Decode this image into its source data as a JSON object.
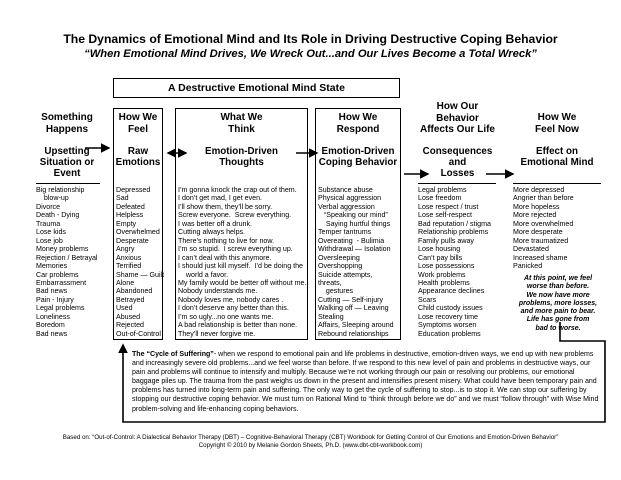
{
  "header": {
    "title": "The Dynamics of Emotional Mind and Its Role in Driving Destructive Coping Behavior",
    "subtitle": "“When Emotional Mind Drives, We Wreck Out...and Our Lives Become a Total Wreck”",
    "state_label": "A Destructive Emotional Mind State"
  },
  "columns": [
    {
      "heading": "Something\nHappens",
      "subheading": "Upsetting\nSituation or\nEvent",
      "items": [
        "Big relationship\n    blow-up",
        "Divorce",
        "Death - Dying",
        "Trauma",
        "Lose kids",
        "Lose job",
        "Money problems",
        "Rejection / Betrayal",
        "Memories",
        "Car problems",
        "Embarrassment",
        "Bad news",
        "Pain - Injury",
        "Legal problems",
        "Loneliness",
        "Boredom",
        "Bad news"
      ]
    },
    {
      "heading": "How We\nFeel",
      "subheading": "Raw\nEmotions",
      "items": [
        "Depressed",
        "Sad",
        "Defeated",
        "Helpless",
        "Empty",
        "Overwhelmed",
        "Desperate",
        "Angry",
        "Anxious",
        "Terrified",
        "Shame — Guilt",
        "Alone",
        "Abandoned",
        "Betrayed",
        "Used",
        "Abused",
        "Rejected",
        "Out-of-Control"
      ]
    },
    {
      "heading": "What We\nThink",
      "subheading": "Emotion-Driven\nThoughts",
      "items": [
        "I’m gonna knock the crap out of them.",
        "I don’t get mad, I get even.",
        "I’ll show them, they’ll be sorry.",
        "Screw everyone.  Screw everything.",
        "I was better off a drunk.",
        "Cutting always helps.",
        "There’s nothing to live for now.",
        "I’m so stupid.  I screw everything up.",
        "I can’t deal with this anymore.",
        "I should just kill myself.  I’d be doing the",
        "    world a favor.",
        "My family would be better off without me.",
        "Nobody understands me.",
        "Nobody loves me, nobody cares .",
        "I don’t deserve any better than this.",
        "I’m so ugly...no one wants me.",
        "A bad relationship is better than none.",
        "They’ll never forgive me."
      ]
    },
    {
      "heading": "How We\nRespond",
      "subheading": "Emotion-Driven\nCoping Behavior",
      "items": [
        "Substance abuse",
        "Physical aggression",
        "Verbal aggression",
        "   “Speaking our mind”",
        "    Saying hurtful things",
        "Temper tantrums",
        "Overeating  - Bulimia",
        "Withdrawal — Isolation",
        "Oversleeping",
        "Overshopping",
        "Suicide attempts,",
        "threats,",
        "    gestures",
        "Cutting — Self-injury",
        "Walking off — Leaving",
        "Stealing",
        "Affairs, Sleeping around",
        "Rebound relationships"
      ]
    },
    {
      "heading": "How Our\nBehavior\nAffects Our Life",
      "subheading": "Consequences\nand\nLosses",
      "items": [
        "Legal problems",
        "Lose freedom",
        "Lose respect / trust",
        "Lose self-respect",
        "Bad reputation / stigma",
        "Relationship problems",
        "Family pulls away",
        "Lose housing",
        "Can’t pay bills",
        "Lose possessions",
        "Work problems",
        "Health problems",
        "Appearance declines",
        "Scars",
        "Child custody issues",
        "Lose recovery time",
        "Symptoms worsen",
        "Education problems"
      ]
    },
    {
      "heading": "How We\nFeel Now",
      "subheading": "Effect on\nEmotional Mind",
      "items": [
        "More depressed",
        "Angrier than before",
        "More hopeless",
        "More rejected",
        "More overwhelmed",
        "More desperate",
        "More traumatized",
        "Devastated",
        "Increased shame",
        "Panicked"
      ],
      "note": "At this point, we feel\nworse than before.\nWe now have more\nproblems, more losses,\nand more pain to bear.\nLife has gone from\nbad to worse."
    }
  ],
  "cycle": {
    "lead": "The “Cycle of Suffering”",
    "text": "- when we respond to emotional pain and life problems in destructive, emotion-driven ways, we end up with new problems and increasingly severe old problems...and we feel worse than before.  If we respond to this new level of pain and problems in destructive ways, our pain and problems will continue to intensify and multiply.  Because we’re not working through our pain or resolving our problems, our emotional baggage piles up.  The trauma from the past weighs us down in the present and intensifies present misery. What could have been temporary pain and problems has turned into long-term pain and suffering.  The only way to get the cycle of suffering to stop...is to stop it.  We can stop our suffering by stopping our destructive coping behavior.  We must turn on Rational Mind to “think through before we do” and we must “follow through” with Wise Mind problem-solving and life-enhancing coping behaviors."
  },
  "footer": {
    "line1": "Based on:  “Out-of-Control:  A Dialectical Behavior Therapy (DBT) – Cognitive-Behavioral Therapy (CBT) Workbook for Getting Control of Our Emotions and Emotion-Driven Behavior”",
    "line2": "Copyright © 2010 by Melanie Gordon Sheets, Ph.D.   (www.dbt-cbt-workbook.com)"
  }
}
